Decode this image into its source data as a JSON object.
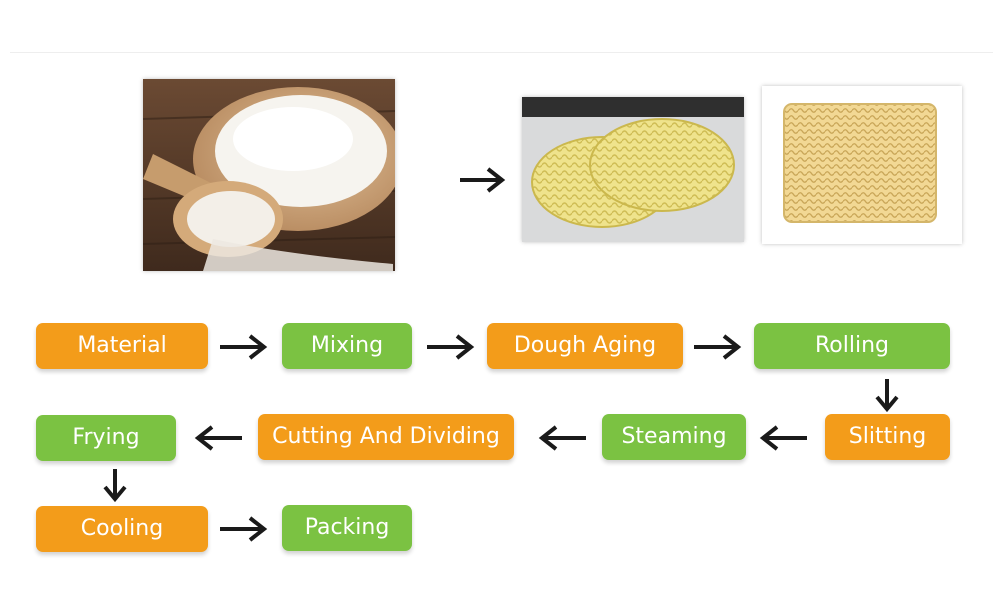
{
  "colors": {
    "orange": "#f39c1a",
    "green": "#7bc242",
    "arrow": "#1a1a1a"
  },
  "photos": [
    {
      "name": "flour-photo"
    },
    {
      "name": "round-noodle-cake-photo"
    },
    {
      "name": "square-noodle-block-photo"
    }
  ],
  "steps": {
    "material": "Material",
    "mixing": "Mixing",
    "dough_aging": "Dough Aging",
    "rolling": "Rolling",
    "slitting": "Slitting",
    "steaming": "Steaming",
    "cutting_and_dividing": "Cutting And Dividing",
    "frying": "Frying",
    "cooling": "Cooling",
    "packing": "Packing"
  },
  "icons": {
    "right": "arrow-right-icon",
    "left": "arrow-left-icon",
    "down": "arrow-down-icon"
  }
}
